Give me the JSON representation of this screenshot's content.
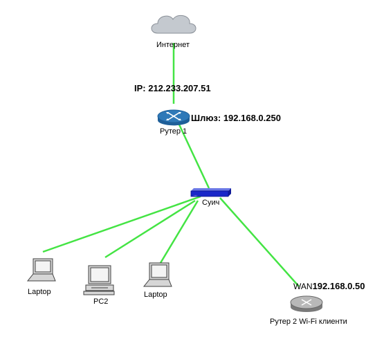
{
  "colors": {
    "link": "#44e444",
    "router": "#2f79b8",
    "switch": "#1a28c8",
    "cloud": "#c4c9cf",
    "device_stroke": "#404040"
  },
  "nodes": {
    "internet": {
      "label": "Интернет",
      "icon": "cloud-icon"
    },
    "router1": {
      "label": "Рутер 1",
      "icon": "router-icon"
    },
    "switch": {
      "label": "Суич",
      "icon": "switch-icon"
    },
    "laptop1": {
      "label": "Laptop",
      "icon": "laptop-icon"
    },
    "pc2": {
      "label": "PC2",
      "icon": "pc-icon"
    },
    "laptop2": {
      "label": "Laptop",
      "icon": "laptop-icon"
    },
    "router2": {
      "label": "Рутер 2 Wi-Fi клиенти",
      "icon": "wifi-router-icon"
    }
  },
  "annotations": {
    "ip": "IP: 212.233.207.51",
    "gateway": "Шлюз: 192.168.0.250",
    "wan_prefix": "WAN",
    "wan_ip": "192.168.0.50"
  }
}
